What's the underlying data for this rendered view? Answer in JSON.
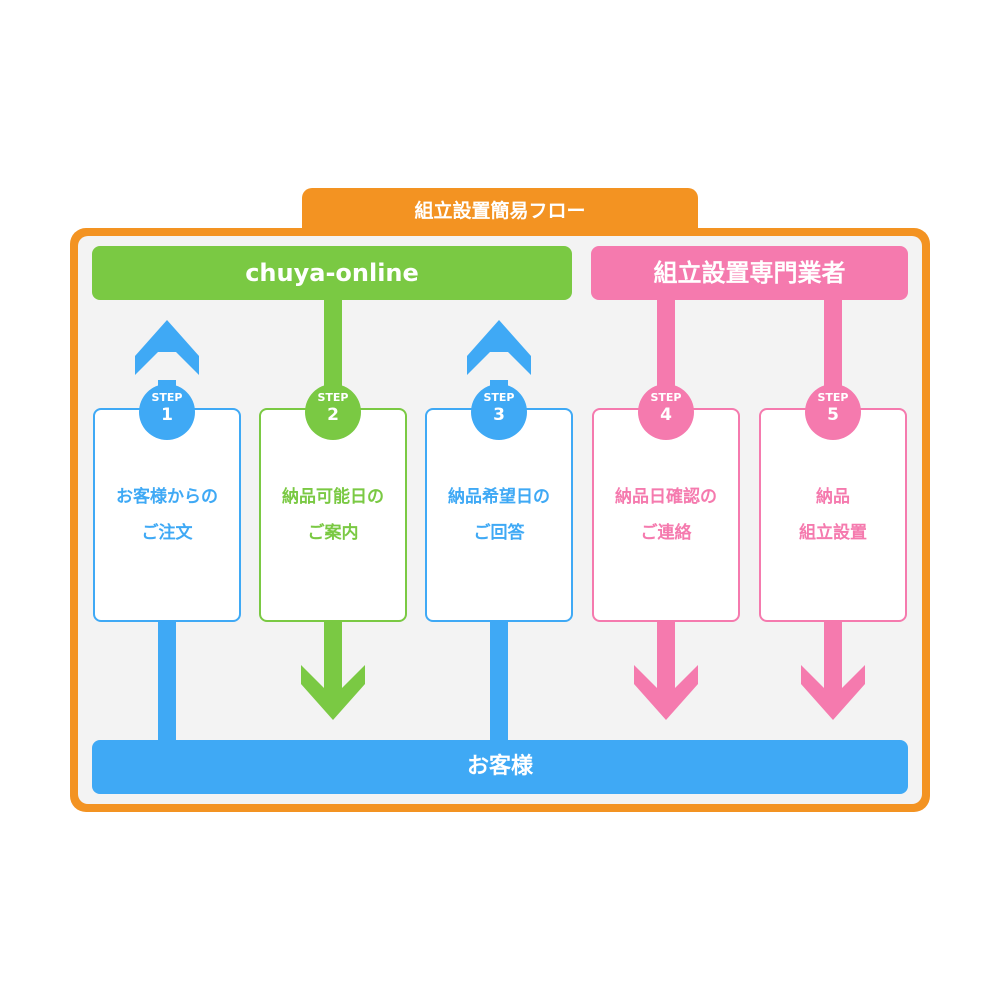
{
  "title": "組立設置簡易フロー",
  "lanes": {
    "seller": "chuya-online",
    "installer": "組立設置専門業者",
    "customer": "お客様"
  },
  "colors": {
    "frame": "#f39322",
    "customer": "#3fa9f5",
    "seller": "#7ac943",
    "installer": "#f57aae"
  },
  "steps": [
    {
      "label": "STEP",
      "number": "1",
      "line1": "お客様からの",
      "line2": "ご注文"
    },
    {
      "label": "STEP",
      "number": "2",
      "line1": "納品可能日の",
      "line2": "ご案内"
    },
    {
      "label": "STEP",
      "number": "3",
      "line1": "納品希望日の",
      "line2": "ご回答"
    },
    {
      "label": "STEP",
      "number": "4",
      "line1": "納品日確認の",
      "line2": "ご連絡"
    },
    {
      "label": "STEP",
      "number": "5",
      "line1": "納品",
      "line2": "組立設置"
    }
  ]
}
